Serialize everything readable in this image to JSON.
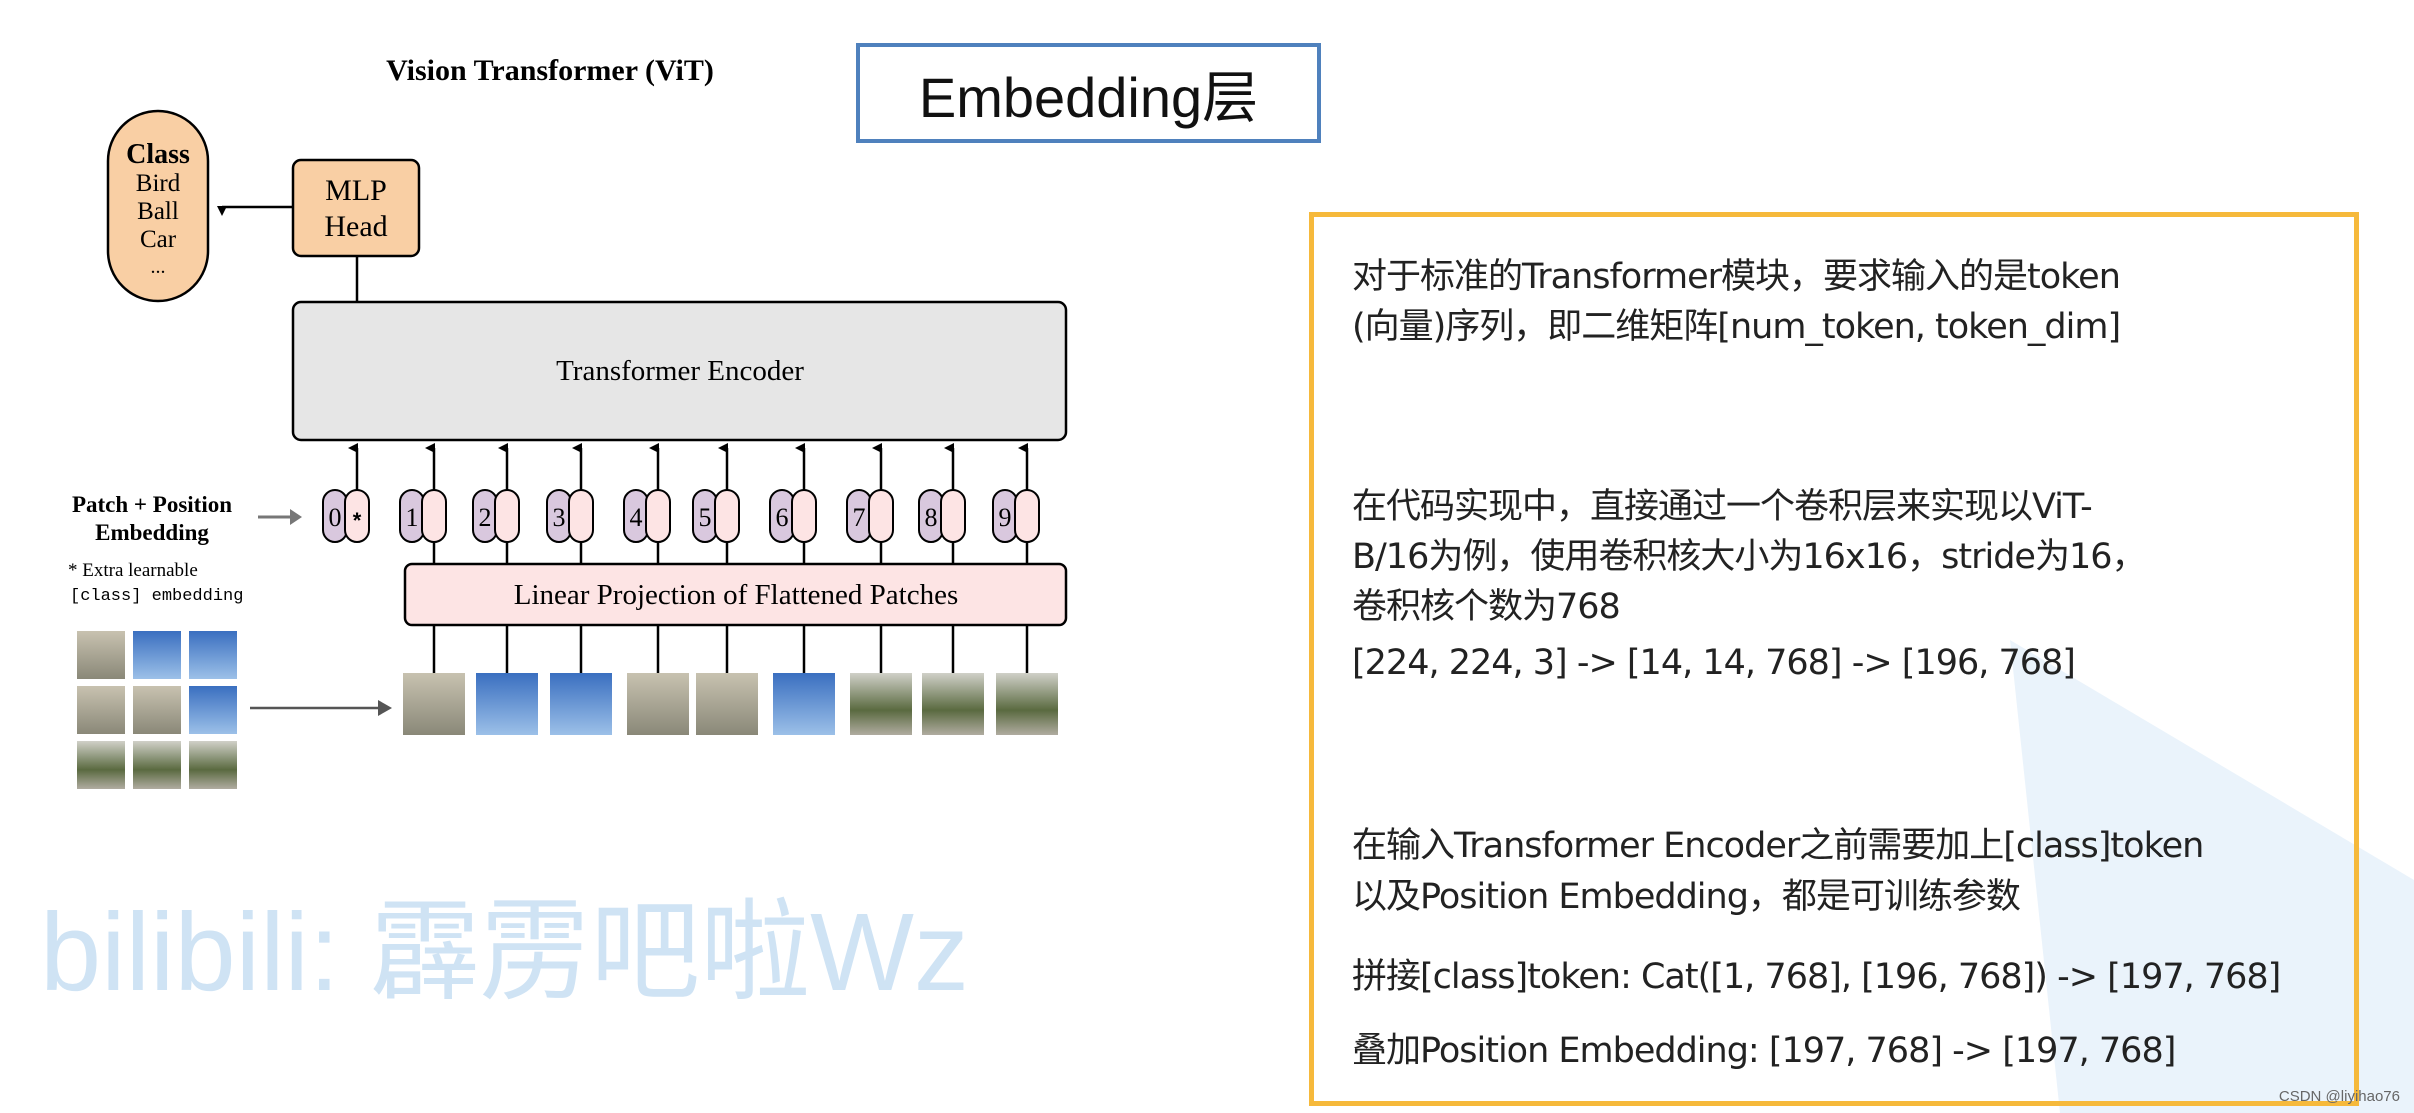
{
  "slide_title": "Embedding层",
  "diagram": {
    "title": "Vision Transformer (ViT)",
    "class_box": {
      "heading": "Class",
      "items": [
        "Bird",
        "Ball",
        "Car",
        "..."
      ]
    },
    "mlp_head": [
      "MLP",
      "Head"
    ],
    "encoder_label": "Transformer Encoder",
    "embedding_label": [
      "Patch + Position",
      "Embedding"
    ],
    "extra_note": [
      "* Extra learnable",
      "[class] embedding"
    ],
    "projection_label": "Linear Projection of Flattened Patches",
    "tokens": [
      "0",
      "1",
      "2",
      "3",
      "4",
      "5",
      "6",
      "7",
      "8",
      "9"
    ],
    "class_token_symbol": "*",
    "colors": {
      "mlp": "#f9cfa4",
      "encoder": "#e6e6e6",
      "projection": "#fde4e4",
      "position": "#d9c8de",
      "patch_token": "#fde4e4"
    }
  },
  "watermark": "bilibili: 霹雳吧啦Wz",
  "notes": [
    "对于标准的Transformer模块，要求输入的是token",
    "(向量)序列，即二维矩阵[num_token, token_dim]",
    "在代码实现中，直接通过一个卷积层来实现以ViT-",
    "B/16为例，使用卷积核大小为16x16，stride为16，",
    "卷积核个数为768",
    "[224, 224, 3] -> [14, 14, 768] -> [196, 768]",
    "在输入Transformer Encoder之前需要加上[class]token",
    "以及Position Embedding，都是可训练参数",
    "拼接[class]token:   Cat([1, 768], [196, 768]) -> [197, 768]",
    "叠加Position Embedding:   [197, 768] -> [197, 768]"
  ],
  "credit": "CSDN @liyihao76",
  "colors": {
    "title_border": "#4f81bd",
    "note_border": "#f6b93b"
  }
}
